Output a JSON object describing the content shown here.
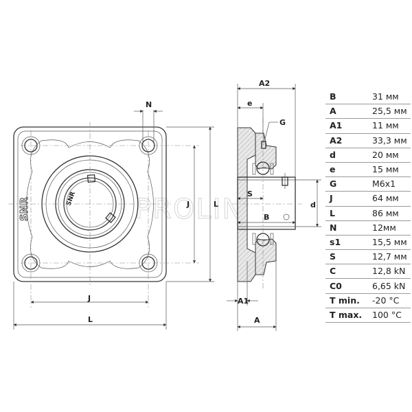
{
  "watermark": "PROLIN",
  "brand_mark": "SNR",
  "front_view": {
    "labels": {
      "n": "N",
      "j_vertical": "J",
      "l_vertical": "L",
      "j_horizontal": "J",
      "l_horizontal": "L"
    }
  },
  "side_view": {
    "labels": {
      "a2": "A2",
      "e": "e",
      "g": "G",
      "s": "S",
      "b": "B",
      "d": "d",
      "a1": "A1",
      "a": "A"
    }
  },
  "specs": [
    {
      "key": "B",
      "value": "31 мм"
    },
    {
      "key": "A",
      "value": "25,5 мм"
    },
    {
      "key": "A1",
      "value": "11 мм"
    },
    {
      "key": "A2",
      "value": "33,3 мм"
    },
    {
      "key": "d",
      "value": "20 мм"
    },
    {
      "key": "e",
      "value": "15 мм"
    },
    {
      "key": "G",
      "value": "M6x1"
    },
    {
      "key": "J",
      "value": "64 мм"
    },
    {
      "key": "L",
      "value": "86 мм"
    },
    {
      "key": "N",
      "value": "12мм"
    },
    {
      "key": "s1",
      "value": "15,5 мм"
    },
    {
      "key": "S",
      "value": "12,7 мм"
    },
    {
      "key": "C",
      "value": "12,8 kN"
    },
    {
      "key": "C0",
      "value": "6,65 kN"
    },
    {
      "key": "T min.",
      "value": "-20 °C"
    },
    {
      "key": "T max.",
      "value": "100 °C"
    }
  ]
}
